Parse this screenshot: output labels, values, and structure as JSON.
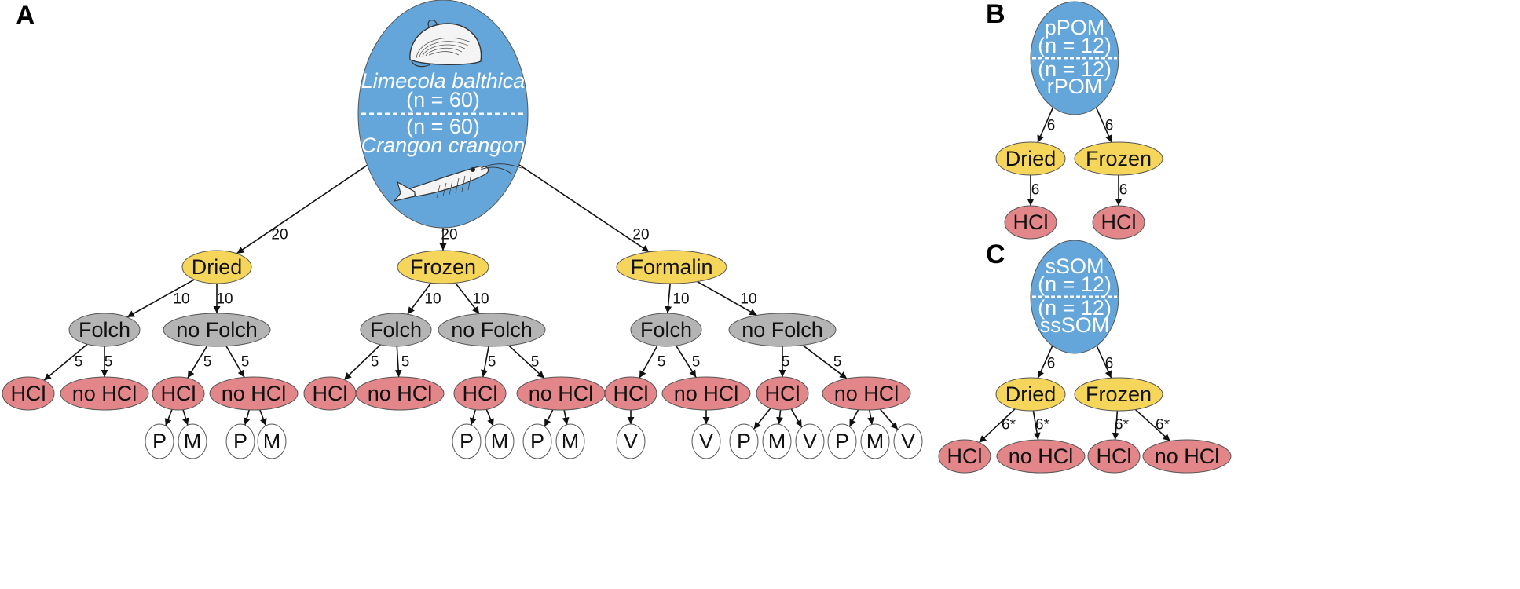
{
  "panels": {
    "a": "A",
    "b": "B",
    "c": "C"
  },
  "colors": {
    "root": "#64A6DA",
    "treatment": "#F6D65A",
    "folch": "#B4B4B4",
    "acid": "#E3868A",
    "leaf": "#FFFFFF",
    "edge": "#111111"
  },
  "icons": {
    "root_top": "clam-shell-icon",
    "root_bottom": "shrimp-icon"
  },
  "panel_a": {
    "root": {
      "top_species": "Limecola balthica",
      "top_n": "(n = 60)",
      "bottom_n": "(n = 60)",
      "bottom_species": "Crangon crangon"
    },
    "treatments": [
      "Dried",
      "Frozen",
      "Formalin"
    ],
    "root_edges": [
      "20",
      "20",
      "20"
    ],
    "folch": "Folch",
    "no_folch": "no Folch",
    "folch_edge": "10",
    "hcl": "HCl",
    "no_hcl": "no HCl",
    "hcl_edge": "5",
    "leaves": {
      "p": "P",
      "m": "M",
      "v": "V"
    }
  },
  "panel_b": {
    "top_label": "pPOM",
    "top_n": "(n = 12)",
    "bottom_n": "(n = 12)",
    "bottom_label": "rPOM",
    "treatments": [
      "Dried",
      "Frozen"
    ],
    "edge": "6",
    "hcl": "HCl"
  },
  "panel_c": {
    "top_label": "sSOM",
    "top_n": "(n = 12)",
    "bottom_n": "(n = 12)",
    "bottom_label": "ssSOM",
    "treatments": [
      "Dried",
      "Frozen"
    ],
    "edge": "6",
    "edge_star": "6*",
    "hcl": "HCl",
    "no_hcl": "no HCl"
  }
}
